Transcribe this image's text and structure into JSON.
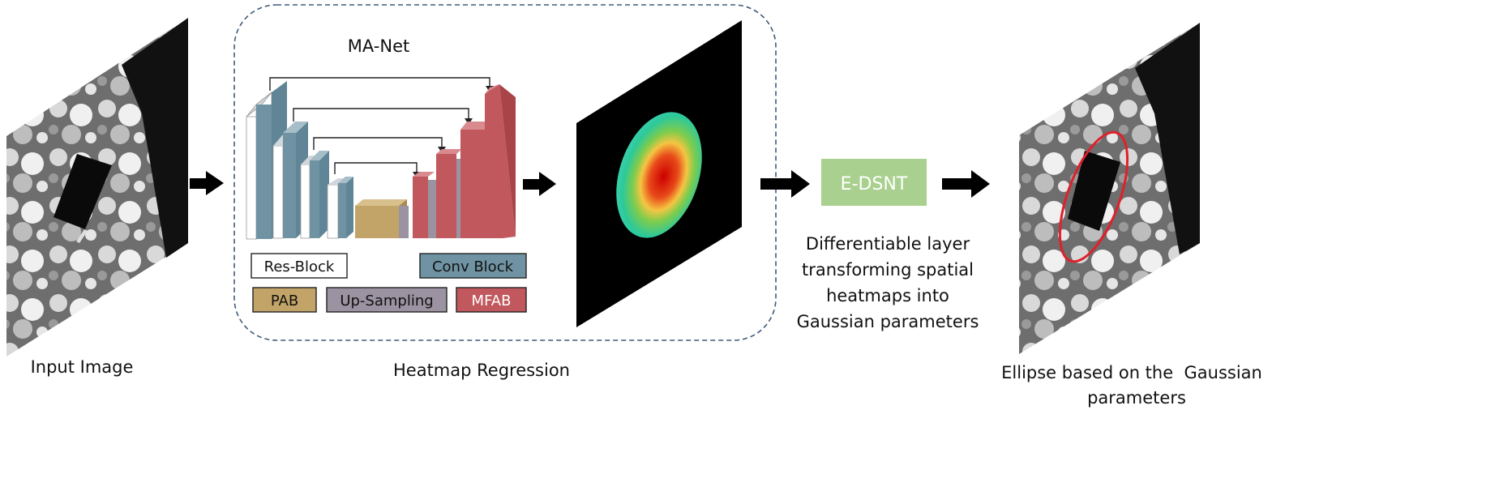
{
  "input": {
    "label": "Input Image"
  },
  "manet": {
    "title": "MA-Net",
    "caption": "Heatmap Regression",
    "legend": {
      "res_block": "Res-Block",
      "conv_block": "Conv Block",
      "pab": "PAB",
      "up_sampling": "Up-Sampling",
      "mfab": "MFAB"
    }
  },
  "edsnt": {
    "label": "E-DSNT",
    "description": [
      "Differentiable layer",
      "transforming spatial",
      "heatmaps into",
      "Gaussian parameters"
    ]
  },
  "output": {
    "caption_lines": [
      "Ellipse based on the  Gaussian",
      "parameters"
    ]
  },
  "colors": {
    "conv_block": "#6f93a3",
    "mfab": "#c0585d",
    "pab": "#c3a468",
    "up_sampling": "#9b93a1",
    "edsnt_fill": "#a9d08e",
    "dashed_border": "#3f5a7a",
    "ellipse": "#e0202a"
  }
}
